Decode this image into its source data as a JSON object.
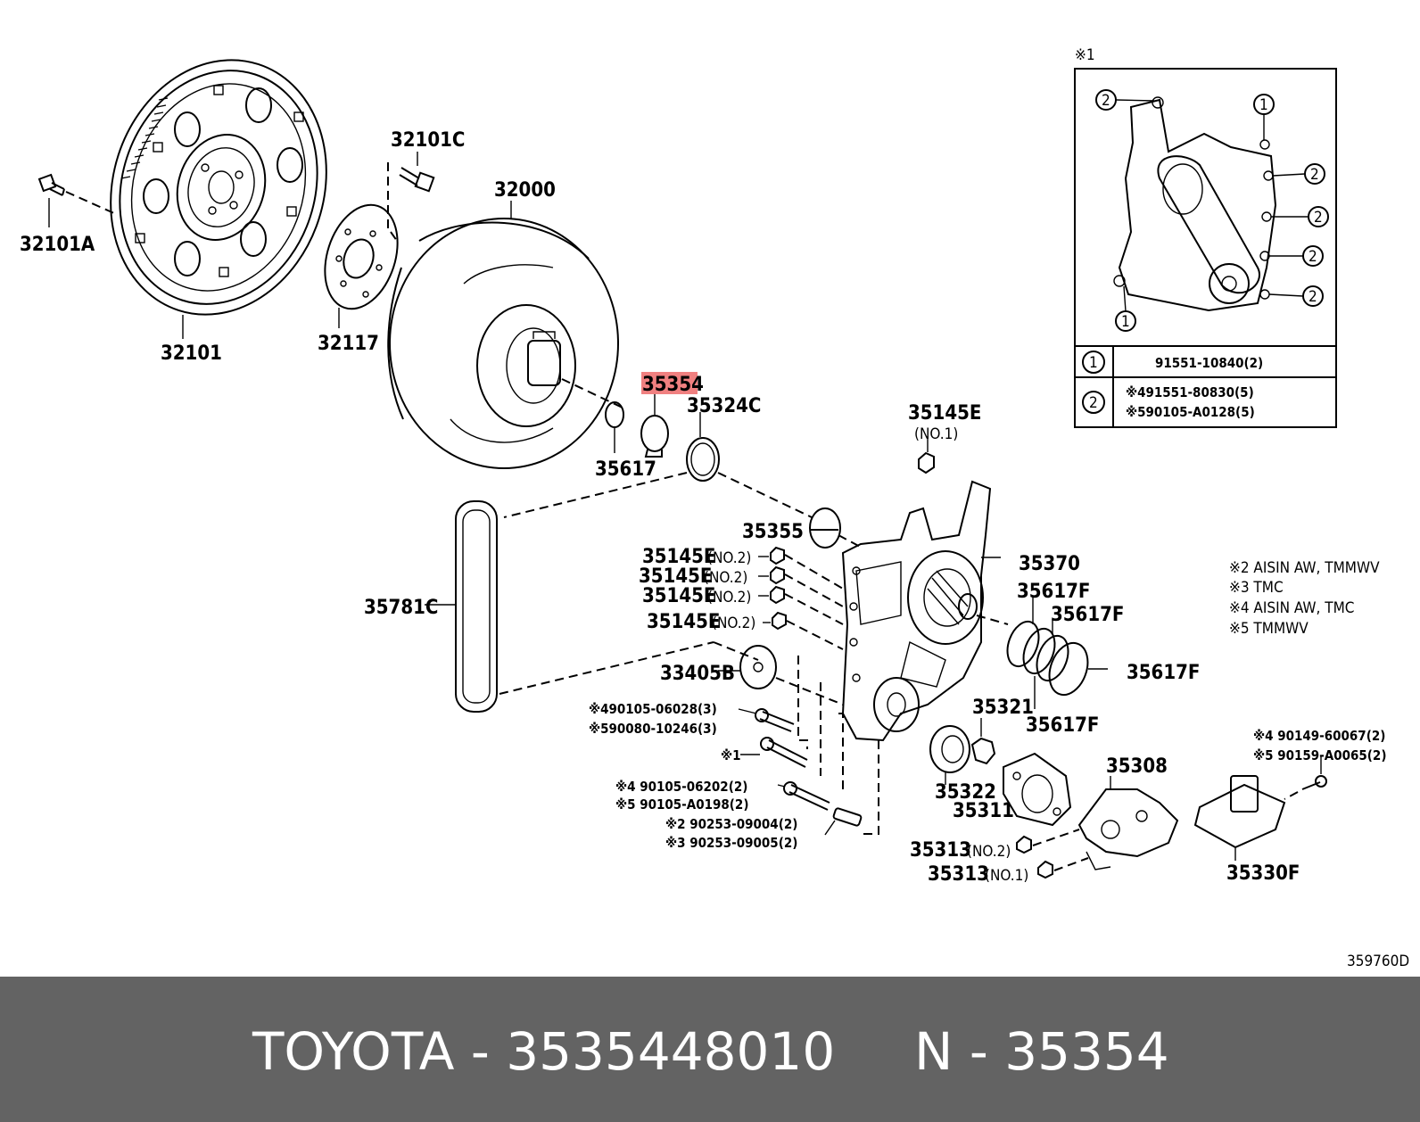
{
  "parts": {
    "p32101C": "32101C",
    "p32000": "32000",
    "p32101A": "32101A",
    "p32101": "32101",
    "p32117": "32117",
    "p35354": "35354",
    "p35324C": "35324C",
    "p35617": "35617",
    "p35145E": "35145E",
    "no1": "(NO.1)",
    "p35355": "35355",
    "p35370": "35370",
    "p35617F_a": "35617F",
    "p35617F_b": "35617F",
    "p35617F_c": "35617F",
    "p35617F_d": "35617F",
    "p35781C": "35781C",
    "p33405B": "33405B",
    "p35321": "35321",
    "p35322": "35322",
    "p35311": "35311",
    "p35308": "35308",
    "p35330F": "35330F",
    "p35313_2": "35313",
    "p35313_1": "35313",
    "no2_313": "(NO.2)",
    "no1_313": "(NO.1)",
    "e_lbl": "35145E",
    "e_no2": "(NO.2)"
  },
  "bolts": [
    "※490105-06028(3)",
    "※590080-10246(3)",
    "※1",
    "※4 90105-06202(2)",
    "※5 90105-A0198(2)",
    "※2 90253-09004(2)",
    "※3 90253-09005(2)",
    "※4 90149-60067(2)",
    "※5 90159-A0065(2)"
  ],
  "inset": {
    "mark": "※1",
    "row1_num": "1",
    "row1_part": "91551-10840(2)",
    "row2_num": "2",
    "row2_part_a": "※491551-80830(5)",
    "row2_part_b": "※590105-A0128(5)"
  },
  "notes": [
    "※2 AISIN AW, TMMWV",
    "※3 TMC",
    "※4 AISIN AW, TMC",
    "※5 TMMWV"
  ],
  "diagram_code": "359760D",
  "highlight_color": "#f08080",
  "footer": {
    "left": "TOYOTA - 3535448010",
    "right": "N - 35354"
  }
}
